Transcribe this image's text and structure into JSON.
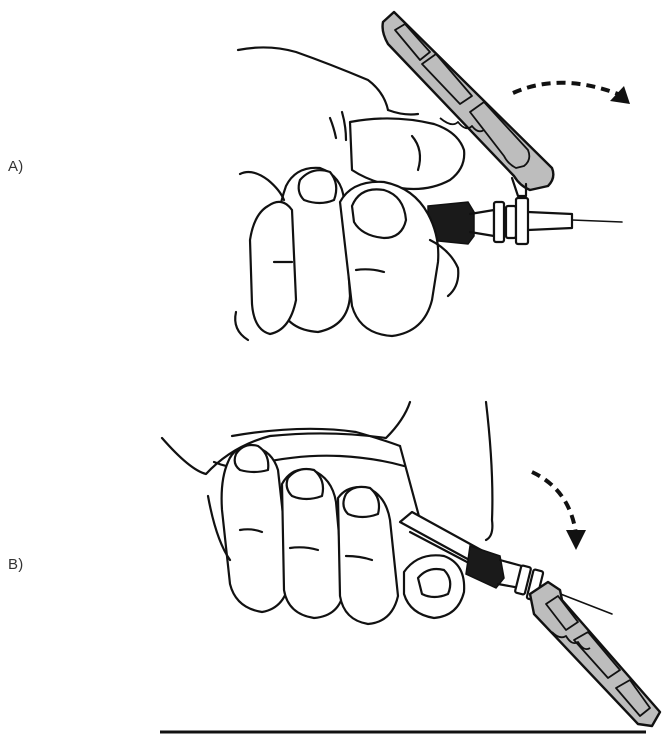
{
  "panels": [
    {
      "id": "a",
      "label": "A)"
    },
    {
      "id": "b",
      "label": "B)"
    }
  ]
}
